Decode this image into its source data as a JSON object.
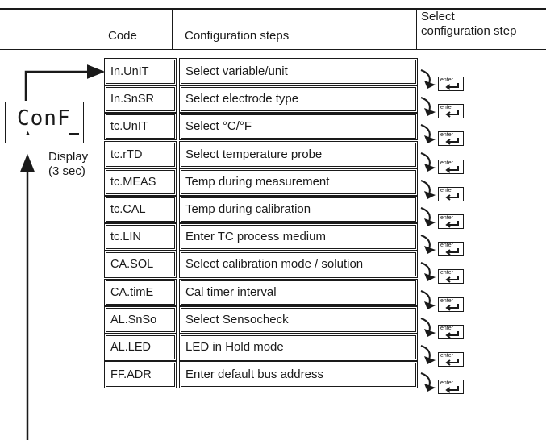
{
  "header": {
    "code_label": "Code",
    "steps_label": "Configuration steps",
    "select_line1": "Select",
    "select_line2": "configuration step"
  },
  "display": {
    "screen_text": "ConF",
    "label_line1": "Display",
    "label_line2": "(3 sec)"
  },
  "enter_key_label": "enter",
  "rows": [
    {
      "code": "In.UnIT",
      "step": "Select variable/unit"
    },
    {
      "code": "In.SnSR",
      "step": "Select electrode type"
    },
    {
      "code": "tc.UnIT",
      "step": "Select °C/°F"
    },
    {
      "code": "tc.rTD",
      "step": "Select temperature probe"
    },
    {
      "code": "tc.MEAS",
      "step": "Temp during measurement"
    },
    {
      "code": "tc.CAL",
      "step": "Temp during calibration"
    },
    {
      "code": "tc.LIN",
      "step": "Enter TC process medium"
    },
    {
      "code": "CA.SOL",
      "step": "Select calibration mode / solution"
    },
    {
      "code": "CA.timE",
      "step": "Cal timer interval"
    },
    {
      "code": "AL.SnSo",
      "step": "Select Sensocheck"
    },
    {
      "code": "AL.LED",
      "step": "LED in Hold mode"
    },
    {
      "code": "FF.ADR",
      "step": "Enter default bus address"
    }
  ]
}
